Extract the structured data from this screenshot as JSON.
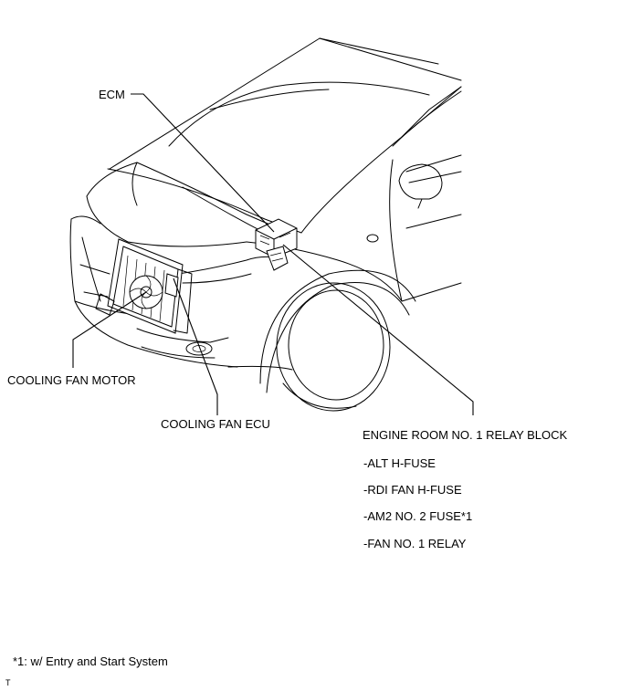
{
  "labels": {
    "ecm": "ECM",
    "cooling_fan_motor": "COOLING FAN MOTOR",
    "cooling_fan_ecu": "COOLING FAN ECU",
    "relay_block": "ENGINE ROOM NO. 1 RELAY BLOCK"
  },
  "relay_block_items": [
    "-ALT H-FUSE",
    "-RDI FAN H-FUSE",
    "-AM2 NO. 2 FUSE*1",
    "-FAN NO. 1 RELAY"
  ],
  "footnote": "*1: w/ Entry and Start System",
  "corner_mark": "T"
}
